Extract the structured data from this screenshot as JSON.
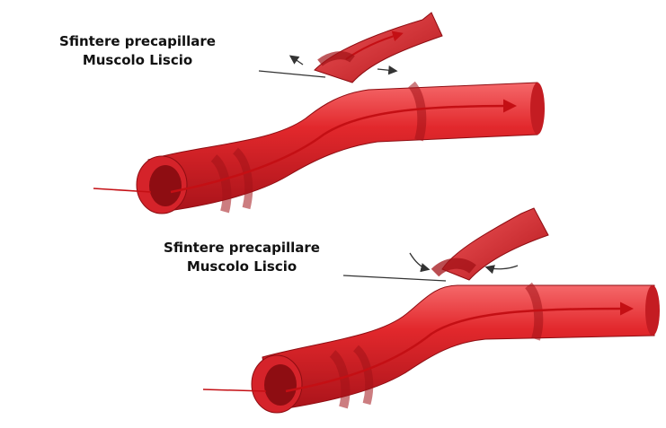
{
  "panels": [
    {
      "label_line_1": "Sfintere precapillare",
      "label_line_2": "Muscolo Liscio",
      "sphincter_state": "relaxed"
    },
    {
      "label_line_1": "Sfintere precapillare",
      "label_line_2": "Muscolo Liscio",
      "sphincter_state": "contracted"
    }
  ],
  "colors": {
    "vessel": "#e0262a",
    "vessel_dark": "#b3161b",
    "vessel_light": "#f2585a",
    "vessel_lumen": "#8e0d12",
    "flow_arrow": "#c40f14",
    "pointer_line": "#333333",
    "label_text": "#111111"
  }
}
